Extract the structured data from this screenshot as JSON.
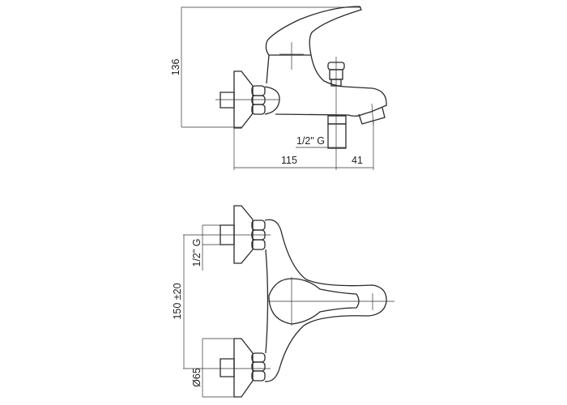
{
  "side_view": {
    "height_dim": "136",
    "inlet_thread": "1/2\" G",
    "depth_dim": "115",
    "spout_dim": "41"
  },
  "top_view": {
    "spacing_dim": "150 ±20",
    "inlet_thread": "1/2\" G",
    "plate_diameter": "Ø65"
  }
}
